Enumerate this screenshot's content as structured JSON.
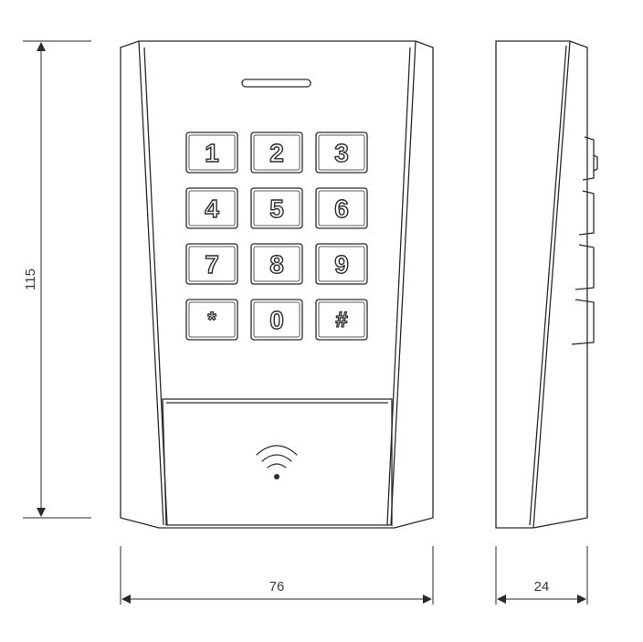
{
  "dimensions": {
    "height": "115",
    "width": "76",
    "depth": "24"
  },
  "keypad": {
    "keys": [
      "1",
      "2",
      "3",
      "4",
      "5",
      "6",
      "7",
      "8",
      "9",
      "*",
      "0",
      "#"
    ]
  },
  "reader": {
    "icon": "rfid-wireless-icon"
  },
  "colors": {
    "line": "#2a2a2a",
    "text": "#3a3a3a"
  }
}
